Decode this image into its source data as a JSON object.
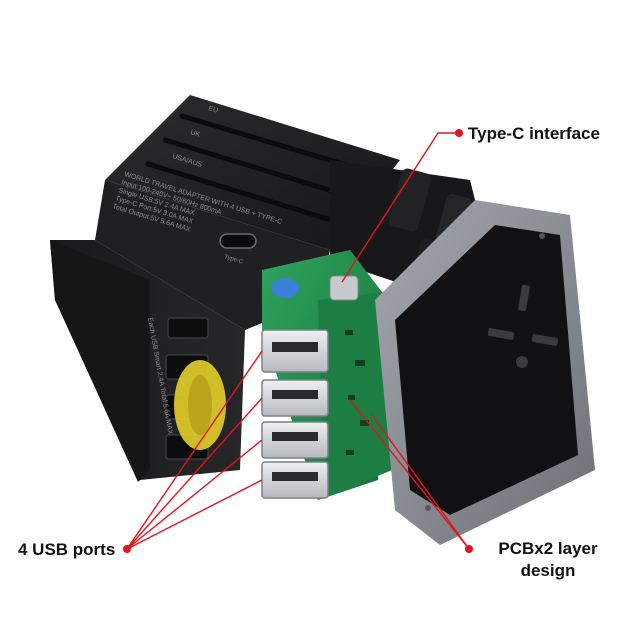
{
  "labels": {
    "type_c": "Type-C interface",
    "usb_ports": "4 USB ports",
    "pcb_line1": "PCBx2 layer",
    "pcb_line2": "design"
  },
  "device": {
    "slider_labels": [
      "EU",
      "UK",
      "USA/AUS"
    ],
    "spec_text": [
      "WORLD TRAVEL ADAPTER WITH 4 USB + TYPE-C",
      "Input:100-240V~ 50/60Hz 800mA",
      "Single USB:5V  2.4A MAX",
      "Type-C Port:5V  3.0A MAX",
      "Total Output:5V  5.6A MAX"
    ],
    "typec_label": "Type-C",
    "side_text": "Each USB Smart 2.4A Total 5.6A MAX"
  },
  "colors": {
    "accent_red": "#e0141e",
    "body_black": "#1c1c1e",
    "pcb_green": "#1f8a4a",
    "frame_gray": "#8a8d93"
  }
}
